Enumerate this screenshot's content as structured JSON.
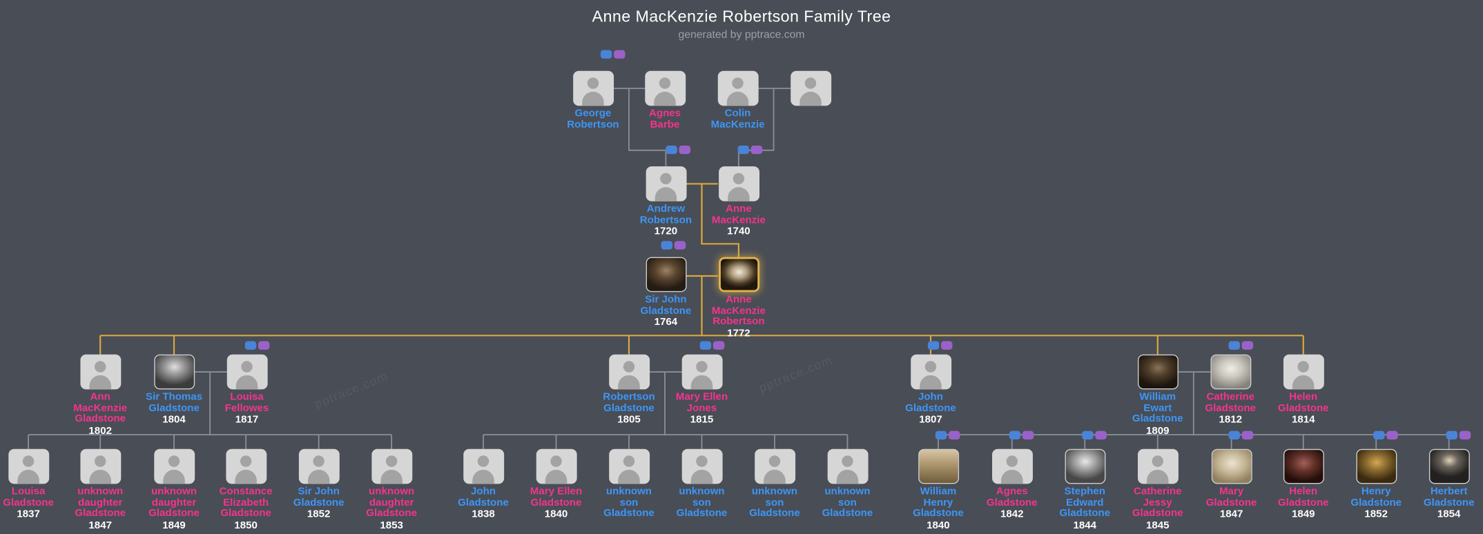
{
  "header": {
    "title": "Anne MacKenzie Robertson Family Tree",
    "subtitle": "generated by pptrace.com"
  },
  "watermark": {
    "text": "pptrace.com"
  },
  "colors": {
    "background": "#494d55",
    "male_name": "#3d96f7",
    "female_name": "#f5348e",
    "year": "#ffffff",
    "line": "#8b9199",
    "lineage_line": "#d9a93c",
    "badge_male": "#4a84d8",
    "badge_female": "#9a62c9",
    "highlight_border": "#e7b54c"
  },
  "people": {
    "george_robertson": {
      "name": "George\nRobertson",
      "gender": "male"
    },
    "agnes_barbe": {
      "name": "Agnes\nBarbe",
      "gender": "female"
    },
    "colin_mackenzie": {
      "name": "Colin\nMacKenzie",
      "gender": "male"
    },
    "unknown_spouse_top": {
      "name": "",
      "gender": "female"
    },
    "andrew_robertson": {
      "name": "Andrew\nRobertson",
      "year": "1720",
      "gender": "male"
    },
    "anne_mackenzie": {
      "name": "Anne\nMacKenzie",
      "year": "1740",
      "gender": "female"
    },
    "sir_john_gladstone": {
      "name": "Sir John\nGladstone",
      "year": "1764",
      "gender": "male"
    },
    "anne_mackenzie_robertson": {
      "name": "Anne\nMacKenzie\nRobertson",
      "year": "1772",
      "gender": "female"
    },
    "ann_mackenzie_gladstone": {
      "name": "Ann\nMacKenzie\nGladstone",
      "year": "1802",
      "gender": "female"
    },
    "sir_thomas_gladstone": {
      "name": "Sir Thomas\nGladstone",
      "year": "1804",
      "gender": "male"
    },
    "louisa_fellowes": {
      "name": "Louisa\nFellowes",
      "year": "1817",
      "gender": "female"
    },
    "robertson_gladstone": {
      "name": "Robertson\nGladstone",
      "year": "1805",
      "gender": "male"
    },
    "mary_ellen_jones": {
      "name": "Mary Ellen\nJones",
      "year": "1815",
      "gender": "female"
    },
    "john_gladstone_1807": {
      "name": "John\nGladstone",
      "year": "1807",
      "gender": "male"
    },
    "william_ewart_gladstone": {
      "name": "William\nEwart\nGladstone",
      "year": "1809",
      "gender": "male"
    },
    "catherine_gladstone": {
      "name": "Catherine\nGladstone",
      "year": "1812",
      "gender": "female"
    },
    "helen_gladstone_1814": {
      "name": "Helen\nGladstone",
      "year": "1814",
      "gender": "female"
    },
    "louisa_gladstone_1837": {
      "name": "Louisa\nGladstone",
      "year": "1837",
      "gender": "female"
    },
    "unknown_daughter_1847": {
      "name": "unknown\ndaughter\nGladstone",
      "year": "1847",
      "gender": "female"
    },
    "unknown_daughter_1849": {
      "name": "unknown\ndaughter\nGladstone",
      "year": "1849",
      "gender": "female"
    },
    "constance_elizabeth_1850": {
      "name": "Constance\nElizabeth\nGladstone",
      "year": "1850",
      "gender": "female"
    },
    "sir_john_gladstone_1852": {
      "name": "Sir John\nGladstone",
      "year": "1852",
      "gender": "male"
    },
    "unknown_daughter_1853": {
      "name": "unknown\ndaughter\nGladstone",
      "year": "1853",
      "gender": "female"
    },
    "john_gladstone_1838": {
      "name": "John\nGladstone",
      "year": "1838",
      "gender": "male"
    },
    "mary_ellen_gladstone_1840": {
      "name": "Mary Ellen\nGladstone",
      "year": "1840",
      "gender": "female"
    },
    "unknown_son_1": {
      "name": "unknown\nson\nGladstone",
      "gender": "male"
    },
    "unknown_son_2": {
      "name": "unknown\nson\nGladstone",
      "gender": "male"
    },
    "unknown_son_3": {
      "name": "unknown\nson\nGladstone",
      "gender": "male"
    },
    "unknown_son_4": {
      "name": "unknown\nson\nGladstone",
      "gender": "male"
    },
    "william_henry_1840": {
      "name": "William\nHenry\nGladstone",
      "year": "1840",
      "gender": "male"
    },
    "agnes_1842": {
      "name": "Agnes\nGladstone",
      "year": "1842",
      "gender": "female"
    },
    "stephen_edward_1844": {
      "name": "Stephen\nEdward\nGladstone",
      "year": "1844",
      "gender": "male"
    },
    "catherine_jessy_1845": {
      "name": "Catherine\nJessy\nGladstone",
      "year": "1845",
      "gender": "female"
    },
    "mary_1847": {
      "name": "Mary\nGladstone",
      "year": "1847",
      "gender": "female"
    },
    "helen_1849": {
      "name": "Helen\nGladstone",
      "year": "1849",
      "gender": "female"
    },
    "henry_1852": {
      "name": "Henry\nGladstone",
      "year": "1852",
      "gender": "male"
    },
    "herbert_1854": {
      "name": "Herbert\nGladstone",
      "year": "1854",
      "gender": "male"
    }
  }
}
